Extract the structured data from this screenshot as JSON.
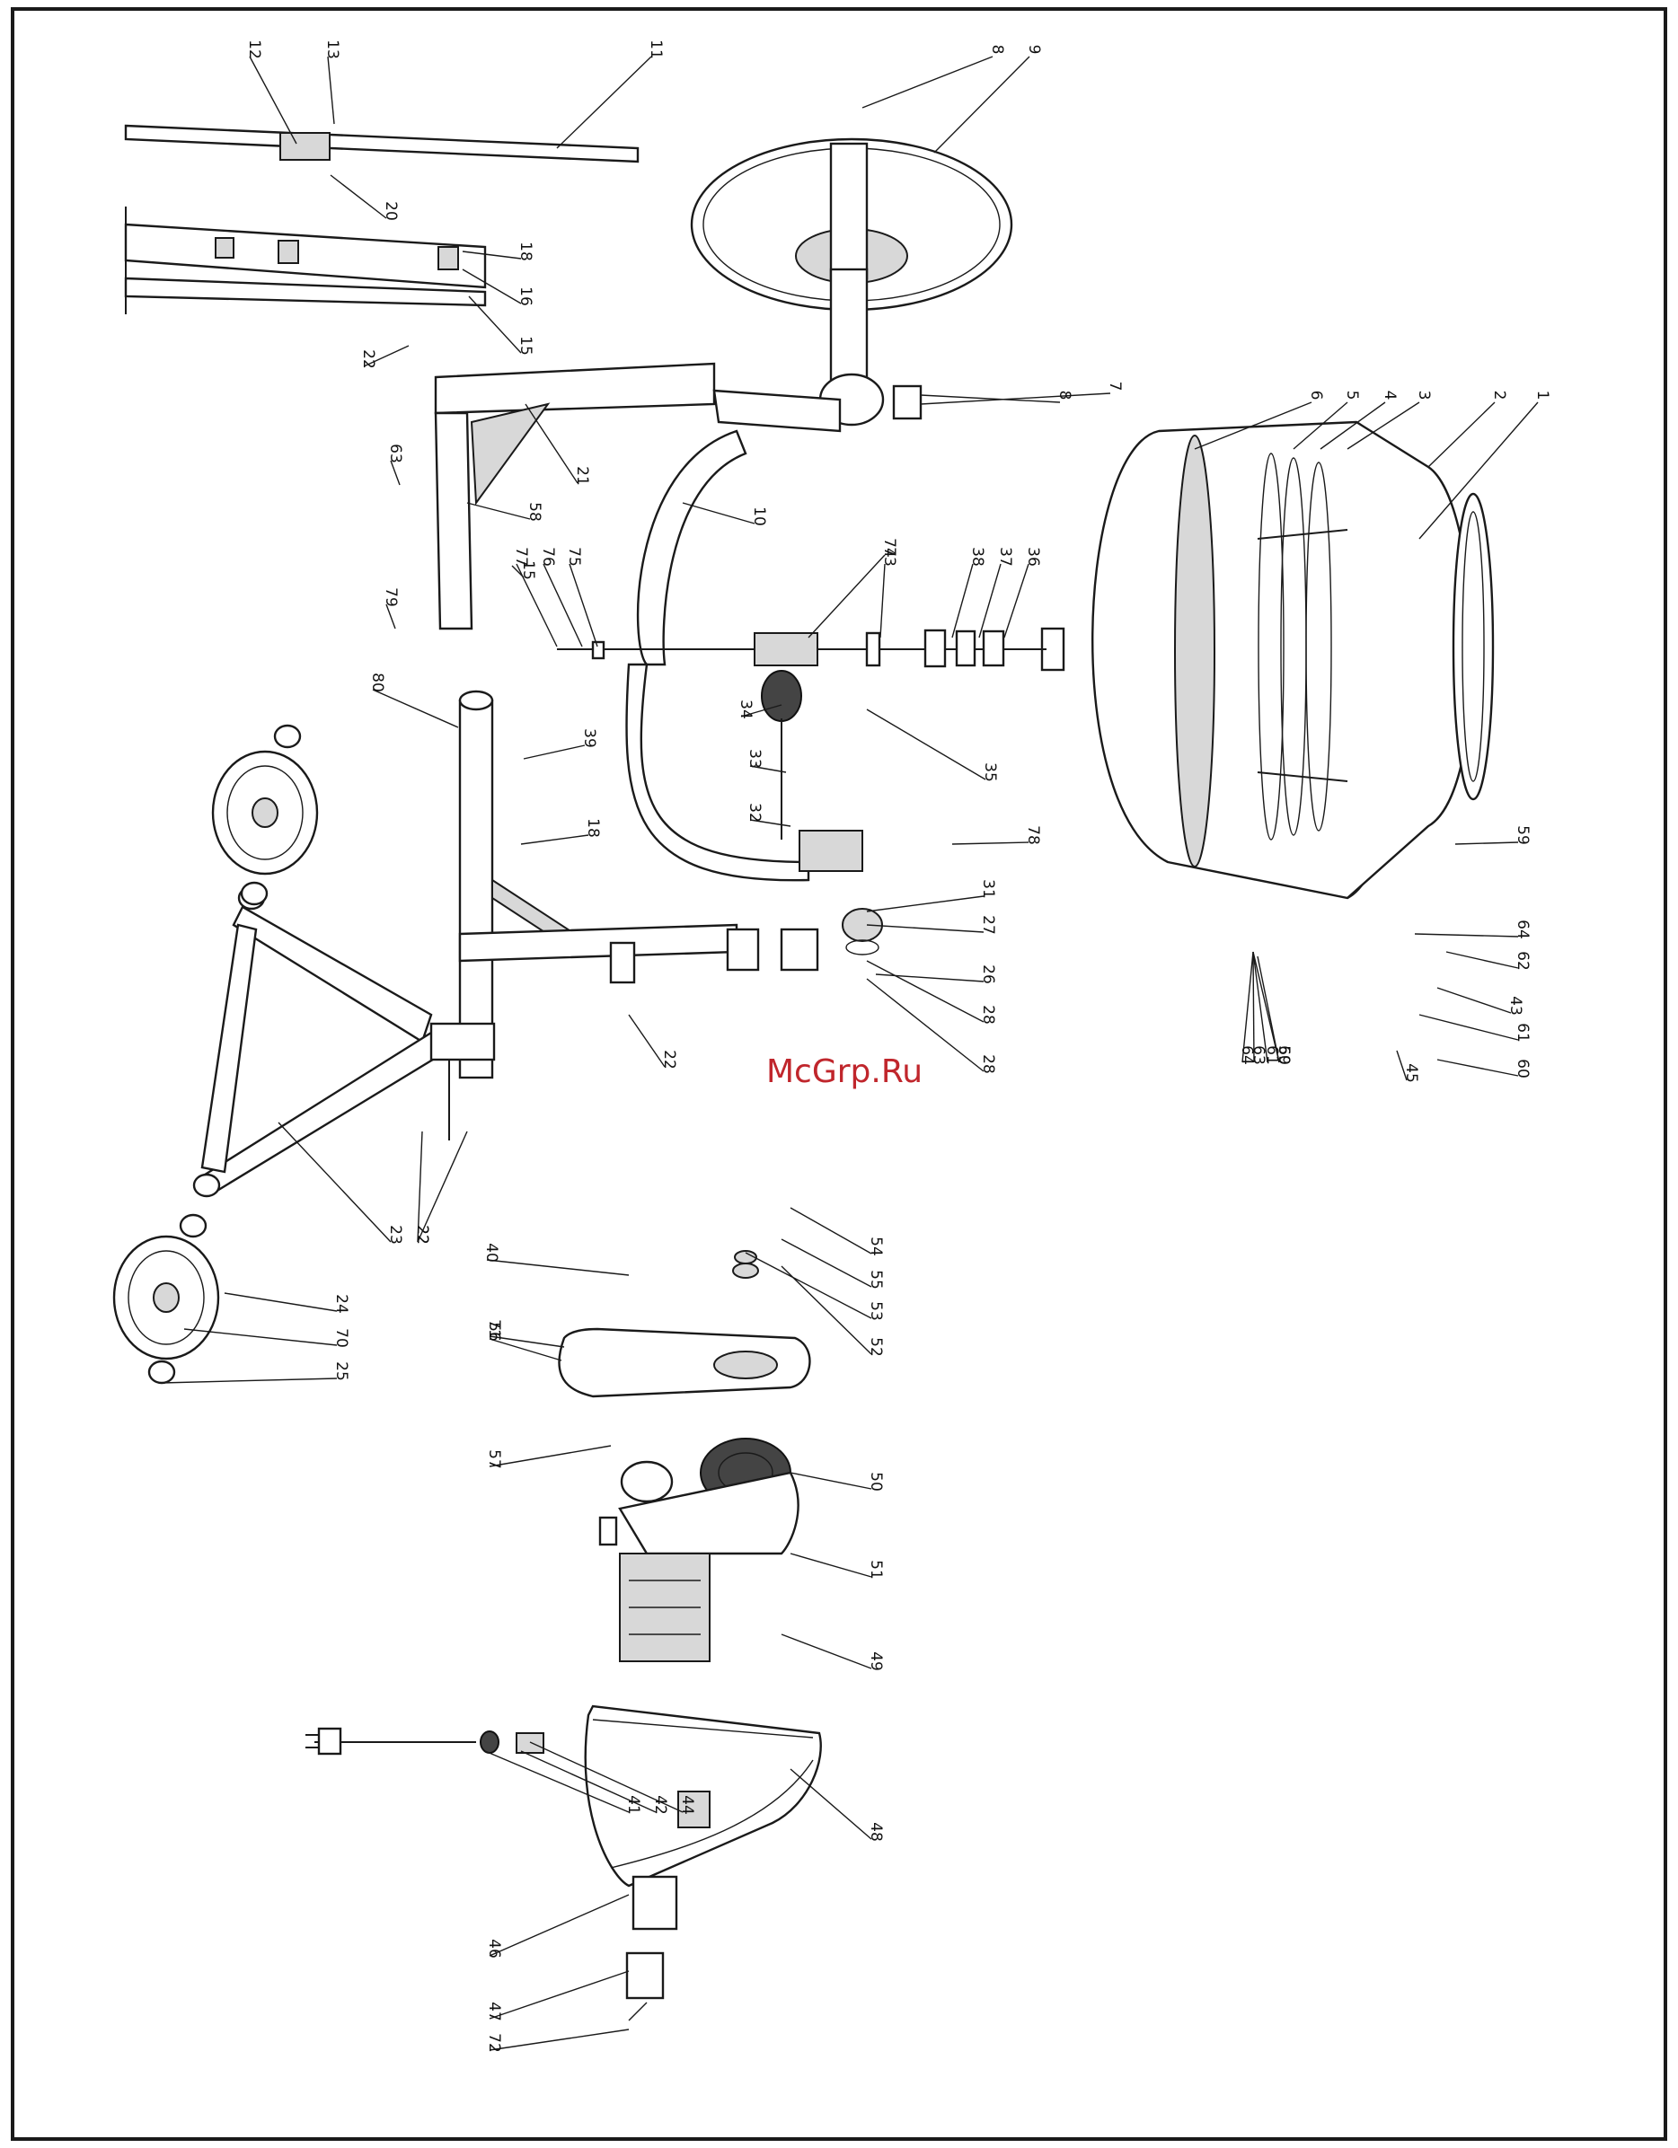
{
  "watermark": "McGrp.Ru",
  "colors": {
    "frame": "#1a1a1a",
    "watermark": "#c0262c",
    "line": "#1a1a1a"
  },
  "labels": [
    "1",
    "2",
    "3",
    "4",
    "5",
    "6",
    "7",
    "8",
    "8",
    "9",
    "10",
    "11",
    "12",
    "13",
    "15",
    "15",
    "16",
    "18",
    "18",
    "20",
    "21",
    "22",
    "22",
    "22",
    "22",
    "23",
    "24",
    "25",
    "26",
    "27",
    "28",
    "28",
    "31",
    "32",
    "33",
    "34",
    "35",
    "36",
    "37",
    "38",
    "39",
    "40",
    "41",
    "42",
    "43",
    "44",
    "45",
    "46",
    "47",
    "48",
    "49",
    "50",
    "51",
    "52",
    "53",
    "54",
    "55",
    "56",
    "57",
    "58",
    "59",
    "59",
    "60",
    "60",
    "61",
    "61",
    "62",
    "63",
    "63",
    "64",
    "64",
    "70",
    "71",
    "72",
    "73",
    "74",
    "75",
    "76",
    "77",
    "78",
    "79",
    "80"
  ]
}
